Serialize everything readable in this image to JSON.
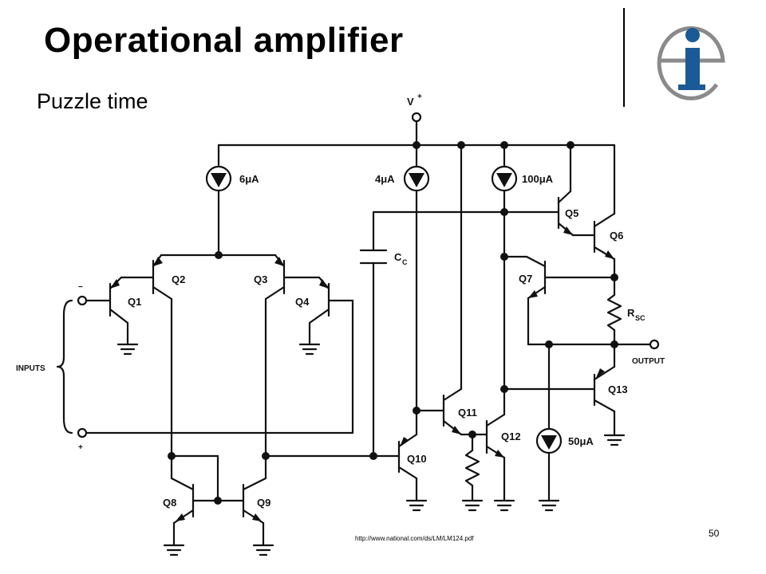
{
  "slide": {
    "title": "Operational amplifier",
    "subtitle": "Puzzle time",
    "source_url": "http://www.national.com/ds/LM/LM124.pdf",
    "page_number": "50"
  },
  "logo": {
    "letters": "e i",
    "color": "#1a5a96"
  },
  "schematic": {
    "supply_label": "V",
    "supply_sup": "+",
    "inputs_label": "INPUTS",
    "minus_sign": "−",
    "plus_sign": "+",
    "output_label": "OUTPUT",
    "current_sources": [
      "6μA",
      "4μA",
      "100μA",
      "50μA"
    ],
    "capacitor_label": "C",
    "capacitor_sub": "C",
    "resistor_label": "R",
    "resistor_sub": "SC",
    "transistors": [
      "Q1",
      "Q2",
      "Q3",
      "Q4",
      "Q5",
      "Q6",
      "Q7",
      "Q8",
      "Q9",
      "Q10",
      "Q11",
      "Q12",
      "Q13"
    ]
  }
}
